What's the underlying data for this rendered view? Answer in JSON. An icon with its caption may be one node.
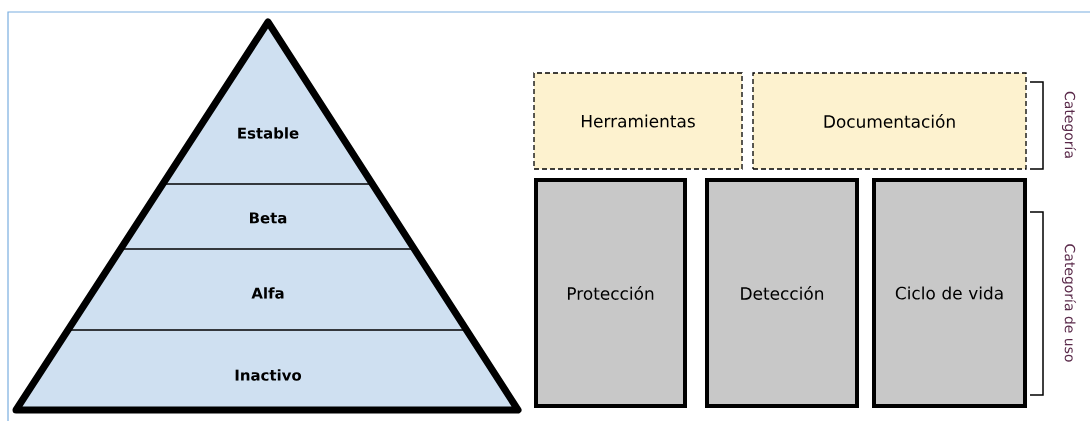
{
  "diagram": {
    "nodes": [
      {
        "text": [
          "Estable"
        ]
      },
      {
        "text": [
          "Beta"
        ]
      },
      {
        "text": [
          "Alfa"
        ]
      },
      {
        "text": [
          "Inactivo"
        ]
      },
      {
        "text": [
          "Herramientas"
        ]
      },
      {
        "text": [
          "Documentación"
        ]
      },
      {
        "text": [
          "Protección"
        ]
      },
      {
        "text": [
          "Detección"
        ]
      },
      {
        "text": [
          "Ciclo de vida"
        ]
      }
    ],
    "labels": [
      "Categoría",
      "Categoría de uso"
    ]
  }
}
